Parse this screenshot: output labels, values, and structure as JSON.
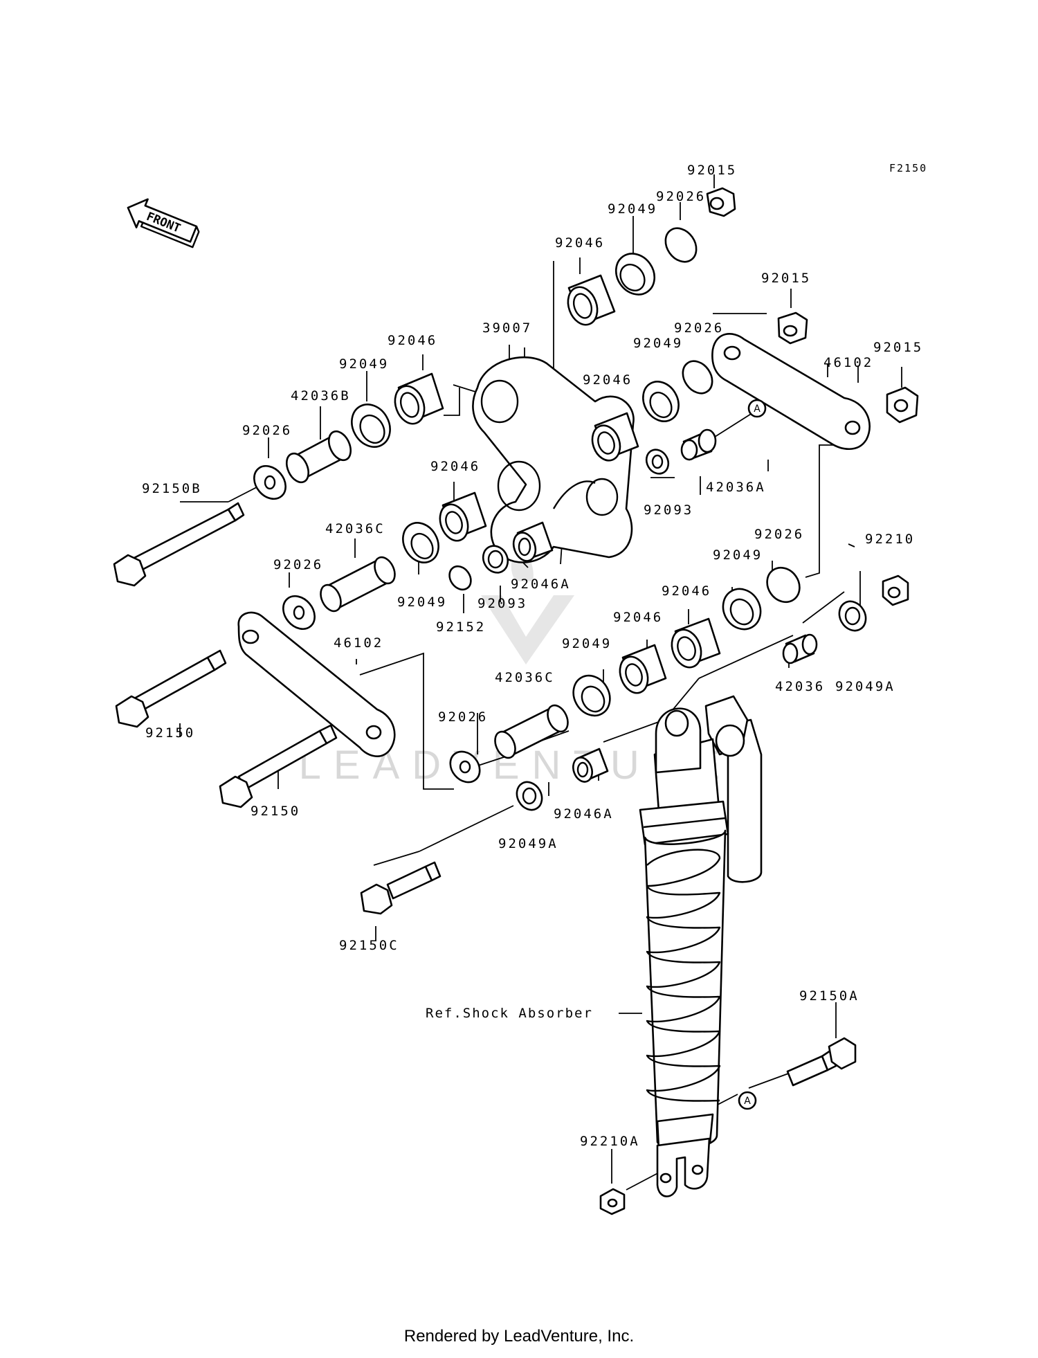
{
  "diagram_code": "F2150",
  "front_label": "FRONT",
  "callout_marker": "A",
  "reference_label": "Ref.Shock Absorber",
  "watermark": "LEADVENTURE",
  "footer": "Rendered by LeadVenture, Inc.",
  "parts": {
    "nut_top": "92015",
    "washer_top": "92026",
    "seal_top": "92049",
    "bearing_top": "92046",
    "rocker_arm": "39007",
    "nut_right_upper": "92015",
    "tie_rod_right": "46102",
    "nut_right": "92015",
    "bearing_left": "92046",
    "seal_left": "92049",
    "collar_b": "42036B",
    "washer_left": "92026",
    "bolt_b": "92150B",
    "washer_mid_right": "92026",
    "seal_mid_right": "92049",
    "bearing_mid_right": "92046",
    "collar_a": "42036A",
    "ring_mid": "92093",
    "bearing_center": "92046",
    "collar_c_upper": "42036C",
    "washer_center_left": "92026",
    "seal_center": "92049",
    "washer_152": "92152",
    "ring_center": "92093",
    "bearing_46a_upper": "92046A",
    "washer_right_lower": "92026",
    "nut_210": "92210",
    "seal_right_lower": "92049",
    "bearing_right_lower": "92046",
    "bearing_lower": "92046",
    "seal_lower": "92049",
    "tie_rod_left": "46102",
    "collar_c_lower": "42036C",
    "collar_42036": "42036",
    "seal_49a_right": "92049A",
    "bolt_upper_left": "92150",
    "washer_lower": "92026",
    "bolt_lower_left": "92150",
    "bearing_46a_lower": "92046A",
    "seal_49a_lower": "92049A",
    "bolt_c": "92150C",
    "bolt_a": "92150A",
    "nut_210a": "92210A"
  }
}
